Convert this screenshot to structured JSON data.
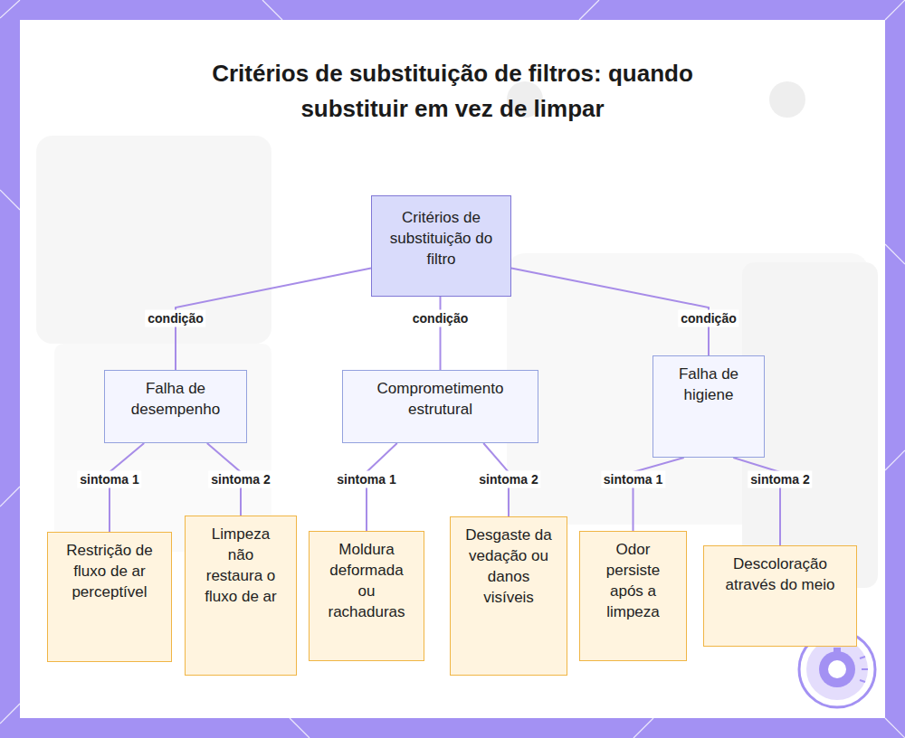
{
  "diagram": {
    "title": "Critérios de substituição de filtros: quando substituir em vez de limpar",
    "nodes": [
      {
        "text": [
          "Critérios de substituição do filtro"
        ]
      },
      {
        "text": [
          "Falha de desempenho"
        ]
      },
      {
        "text": [
          "Comprometimento estrutural"
        ]
      },
      {
        "text": [
          "Falha de higiene"
        ]
      },
      {
        "text": [
          "Restrição de fluxo de ar perceptível"
        ]
      },
      {
        "text": [
          "Limpeza não restaura o fluxo de ar"
        ]
      },
      {
        "text": [
          "Moldura deformada ou rachaduras"
        ]
      },
      {
        "text": [
          "Desgaste da vedação ou danos visíveis"
        ]
      },
      {
        "text": [
          "Odor persiste após a limpeza"
        ]
      },
      {
        "text": [
          "Descoloração através do meio"
        ]
      }
    ],
    "edges": [
      {
        "from": 0,
        "to": 1,
        "label": "condição",
        "arrow": "none"
      },
      {
        "from": 0,
        "to": 2,
        "label": "condição",
        "arrow": "none"
      },
      {
        "from": 0,
        "to": 3,
        "label": "condição",
        "arrow": "none"
      },
      {
        "from": 1,
        "to": 4,
        "label": "sintoma 1",
        "arrow": "none"
      },
      {
        "from": 1,
        "to": 5,
        "label": "sintoma 2",
        "arrow": "none"
      },
      {
        "from": 2,
        "to": 6,
        "label": "sintoma 1",
        "arrow": "none"
      },
      {
        "from": 2,
        "to": 7,
        "label": "sintoma 2",
        "arrow": "none"
      },
      {
        "from": 3,
        "to": 8,
        "label": "sintoma 1",
        "arrow": "none"
      },
      {
        "from": 3,
        "to": 9,
        "label": "sintoma 2",
        "arrow": "none"
      }
    ]
  }
}
